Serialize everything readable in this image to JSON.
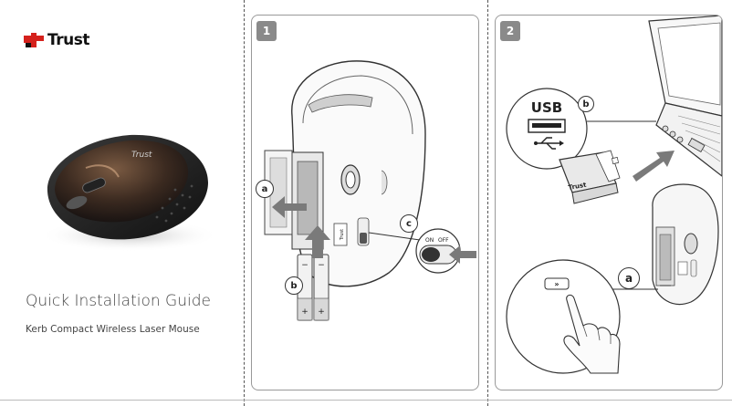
{
  "brand": {
    "name": "Trust"
  },
  "cover": {
    "title": "Quick Installation Guide",
    "subtitle": "Kerb Compact Wireless Laser Mouse",
    "mouse_logo": "Trust"
  },
  "step1": {
    "number": "1",
    "callouts": {
      "a": "a",
      "b": "b",
      "c": "c"
    },
    "switch_label_on": "ON",
    "switch_label_off": "OFF",
    "battery_plus": "+",
    "battery_minus": "−",
    "bottom_logo": "Trust"
  },
  "step2": {
    "number": "2",
    "port_label": "USB",
    "callouts": {
      "a": "a",
      "b": "b"
    },
    "receiver_logo": "Trust",
    "connect_button_glyph": "»"
  }
}
